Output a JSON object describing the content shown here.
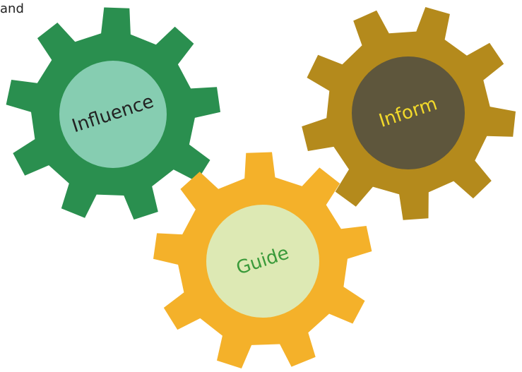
{
  "top_text": "and",
  "gears": [
    {
      "id": "influence",
      "label": "Influence",
      "gear_color": "#2a8f4f",
      "hub_color": "#86cdb1",
      "text_color": "#222222"
    },
    {
      "id": "inform",
      "label": "Inform",
      "gear_color": "#b48a1c",
      "hub_color": "#5e563c",
      "text_color": "#f2d92b"
    },
    {
      "id": "guide",
      "label": "Guide",
      "gear_color": "#f4b12a",
      "hub_color": "#dde9b4",
      "text_color": "#3a9a3a"
    }
  ]
}
